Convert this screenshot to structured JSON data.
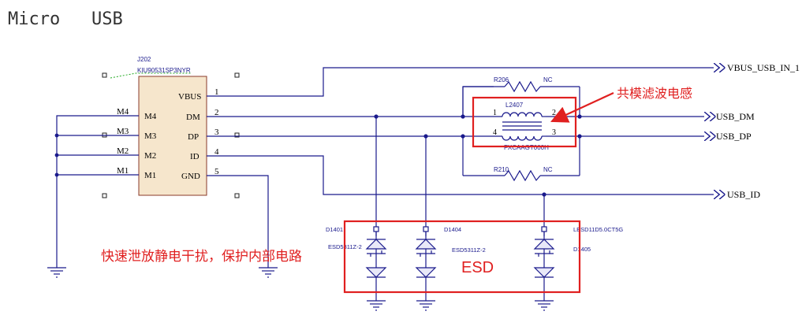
{
  "title": "Micro   USB",
  "connector": {
    "ref": "J202",
    "part": "KIU90531SP3NYR",
    "pins": [
      {
        "num": "1",
        "name": "VBUS"
      },
      {
        "num": "2",
        "name": "DM"
      },
      {
        "num": "3",
        "name": "DP"
      },
      {
        "num": "4",
        "name": "ID"
      },
      {
        "num": "5",
        "name": "GND"
      }
    ],
    "mount_pins": [
      {
        "outer": "M4",
        "inner": "M4"
      },
      {
        "outer": "M3",
        "inner": "M3"
      },
      {
        "outer": "M2",
        "inner": "M2"
      },
      {
        "outer": "M1",
        "inner": "M1"
      }
    ]
  },
  "nets": {
    "vbus": "VBUS_USB_IN_1",
    "dm": "USB_DM",
    "dp": "USB_DP",
    "id": "USB_ID"
  },
  "resistors": {
    "top": {
      "ref": "R206",
      "value": "NC"
    },
    "bottom": {
      "ref": "R210",
      "value": "NC"
    }
  },
  "choke": {
    "ref": "L2407",
    "part": "FXCAAGT000H",
    "pins": [
      "1",
      "2",
      "4",
      "3"
    ]
  },
  "esd": {
    "d1401": {
      "ref": "D1401",
      "part": "ESD5311Z-2"
    },
    "d1404": {
      "ref": "D1404",
      "part": "ESD5311Z-2"
    },
    "d1405": {
      "ref": "D1405",
      "part": "LESD11D5.0CT5G"
    },
    "box_label": "ESD"
  },
  "annotations": {
    "choke_note": "共模滤波电感",
    "esd_note": "快速泄放静电干扰，保护内部电路"
  },
  "colors": {
    "wire": "#1a1a8c",
    "text": "#000000",
    "pin_text": "#1a1a8c",
    "component": "#1a1a8c",
    "body_fill": "#f6e6cc",
    "body_stroke": "#8a3a2a",
    "highlight": "#e02020",
    "annot_line": "#22aa22"
  }
}
